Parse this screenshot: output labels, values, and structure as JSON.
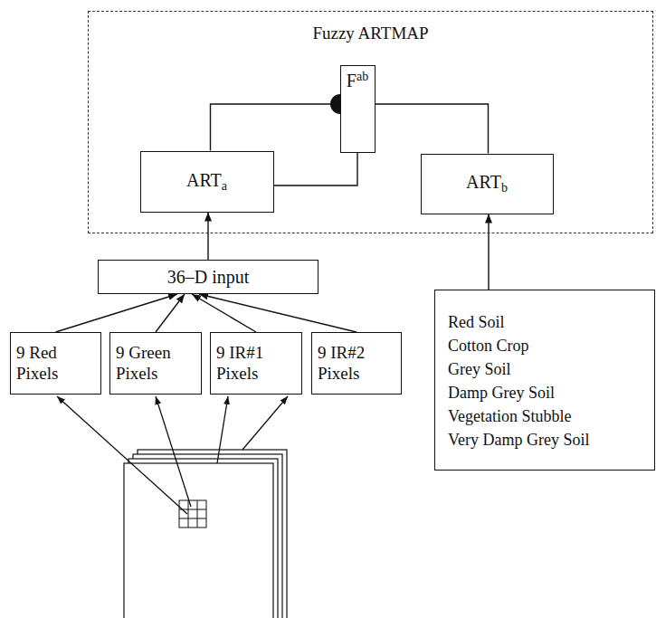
{
  "diagram": {
    "nodes": [
      {
        "text": [
          "Fuzzy ARTMAP"
        ]
      },
      {
        "text": [
          "F",
          "ab"
        ],
        "in": 0
      },
      {
        "text": [
          "ART",
          "a"
        ],
        "in": 0
      },
      {
        "text": [
          "ART",
          "b"
        ],
        "in": 0
      },
      {
        "text": [
          "36–D input"
        ]
      },
      {
        "text": [
          "9 Red Pixels"
        ]
      },
      {
        "text": [
          "9 Green Pixels"
        ]
      },
      {
        "text": [
          "9 IR#1 Pixels"
        ]
      },
      {
        "text": [
          "9 IR#2 Pixels"
        ]
      },
      {
        "text": [
          "Red Soil",
          "Cotton Crop",
          "Grey Soil",
          "Damp Grey Soil",
          "Vegetation Stubble",
          "Very Damp Grey Soil"
        ]
      }
    ],
    "edges": [
      {
        "from": 2,
        "to": 1,
        "arrow": "none"
      },
      {
        "from": 1,
        "to": 2,
        "arrow": "none"
      },
      {
        "from": 3,
        "to": 1,
        "arrow": "none"
      },
      {
        "from": 4,
        "to": 2,
        "arrow": "to"
      },
      {
        "from": 5,
        "to": 4,
        "arrow": "to"
      },
      {
        "from": 6,
        "to": 4,
        "arrow": "to"
      },
      {
        "from": 7,
        "to": 4,
        "arrow": "to"
      },
      {
        "from": 8,
        "to": 4,
        "arrow": "to"
      },
      {
        "from": 9,
        "to": 3,
        "arrow": "to"
      }
    ]
  }
}
